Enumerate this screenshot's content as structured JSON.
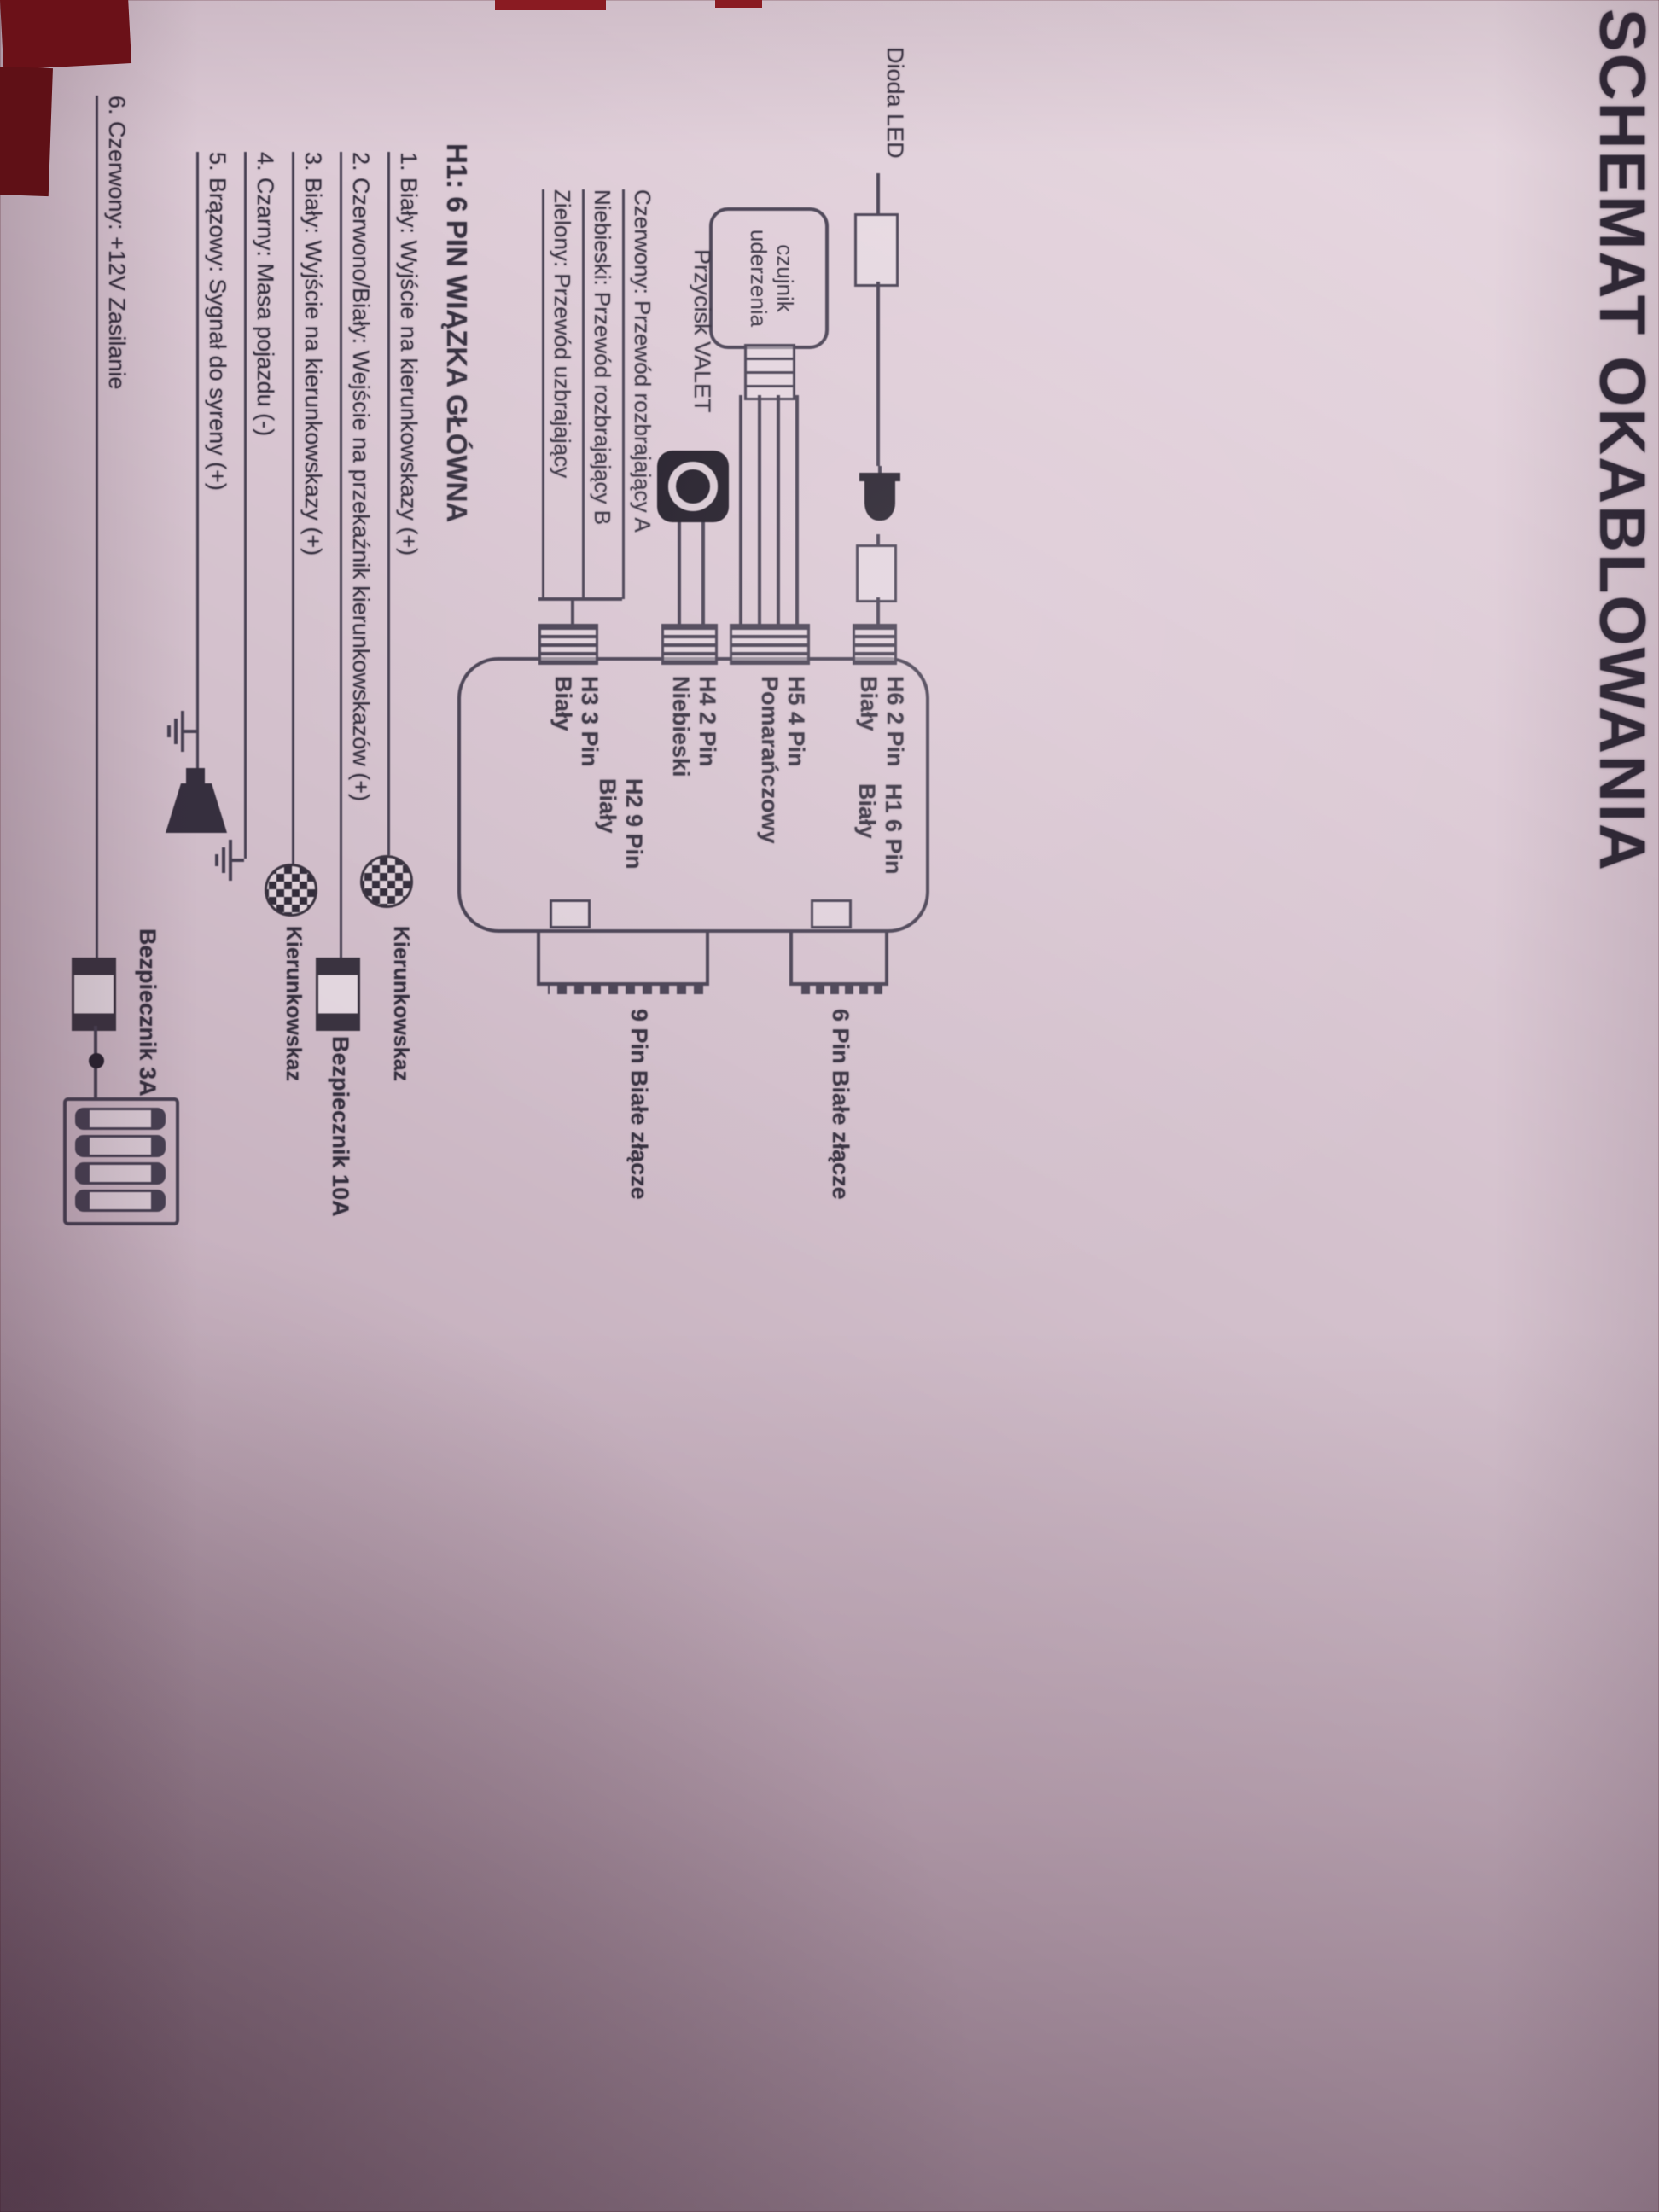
{
  "title": "SCHEMAT OKABLOWANIA",
  "module": {
    "h6": {
      "name": "H6 2 Pin",
      "color": "Biały"
    },
    "h5": {
      "name": "H5 4 Pin",
      "color": "Pomarańczowy"
    },
    "h4": {
      "name": "H4 2 Pin",
      "color": "Niebieski"
    },
    "h3": {
      "name": "H3 3 Pin",
      "color": "Biały"
    },
    "h1": {
      "name": "H1 6 Pin",
      "color": "Biały"
    },
    "h2": {
      "name": "H2 9 Pin",
      "color": "Biały"
    },
    "connector6": "6 Pin Białe złącze",
    "connector9": "9 Pin Białe złącze"
  },
  "components": {
    "led": "Dioda LED",
    "shock_sensor": {
      "line1": "czujnik",
      "line2": "uderzenia"
    },
    "valet": "Przycisk VALET",
    "wire_red": "Czerwony: Przewód rozbrajający A",
    "wire_blue": "Niebieski: Przewód rozbrajający B",
    "wire_green": "Zielony: Przewód uzbrajający"
  },
  "harness": {
    "heading": "H1: 6 PIN WIĄZKA GŁÓWNA",
    "items": [
      "1. Biały: Wyjście na kierunkowskazy (+)",
      "2. Czerwono/Biały: Wejście na przekaźnik kierunkowskazów (+)",
      "3. Biały: Wyjście na kierunkowskazy (+)",
      "4. Czarny: Masa pojazdu (-)",
      "5. Brązowy: Sygnał do syreny (+)",
      "6. Czerwony: +12V Zasilanie"
    ],
    "turn_signal_label": "Kierunkowskaz",
    "fuse10_label": "Bezpiecznik 10A",
    "fuse3_label": "Bezpiecznik 3A"
  }
}
